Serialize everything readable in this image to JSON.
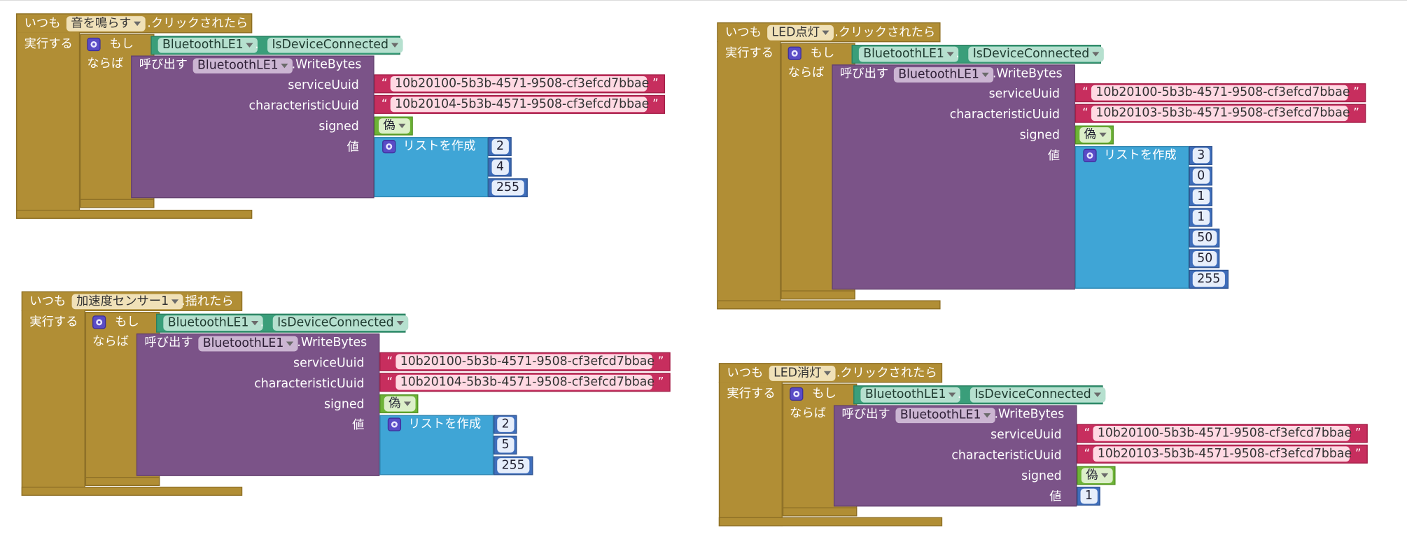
{
  "labels": {
    "always": "いつも",
    "do": "実行する",
    "if": "もし",
    "then": "ならば",
    "call": "呼び出す",
    "dot": ".",
    "isConnected": "IsDeviceConnected",
    "writeBytes": ".WriteBytes",
    "serviceUuid": "serviceUuid",
    "characteristicUuid": "characteristicUuid",
    "signed": "signed",
    "value": "値",
    "makeList": "リストを作成",
    "falseVal": "偽",
    "quoteOpen": "“",
    "quoteClose": "”"
  },
  "device": "BluetoothLE1",
  "blocks": [
    {
      "component": "音を鳴らす",
      "event": ".クリックされたら",
      "service": "10b20100-5b3b-4571-9508-cf3efcd7bbae",
      "characteristic": "10b20104-5b3b-4571-9508-cf3efcd7bbae",
      "values": [
        "2",
        "4",
        "255"
      ]
    },
    {
      "component": "加速度センサー1",
      "event": ".揺れたら",
      "service": "10b20100-5b3b-4571-9508-cf3efcd7bbae",
      "characteristic": "10b20104-5b3b-4571-9508-cf3efcd7bbae",
      "values": [
        "2",
        "5",
        "255"
      ]
    },
    {
      "component": "LED点灯",
      "event": ".クリックされたら",
      "service": "10b20100-5b3b-4571-9508-cf3efcd7bbae",
      "characteristic": "10b20103-5b3b-4571-9508-cf3efcd7bbae",
      "values": [
        "3",
        "0",
        "1",
        "1",
        "50",
        "50",
        "255"
      ]
    },
    {
      "component": "LED消灯",
      "event": ".クリックされたら",
      "service": "10b20100-5b3b-4571-9508-cf3efcd7bbae",
      "characteristic": "10b20103-5b3b-4571-9508-cf3efcd7bbae",
      "single_value": "1"
    }
  ],
  "colors": {
    "event": "#b18e35",
    "procedure": "#7b5388",
    "list": "#3fa5d6",
    "text": "#c72e5e",
    "component": "#3a9e7a",
    "logic": "#6db336",
    "number": "#3f6ebb"
  }
}
